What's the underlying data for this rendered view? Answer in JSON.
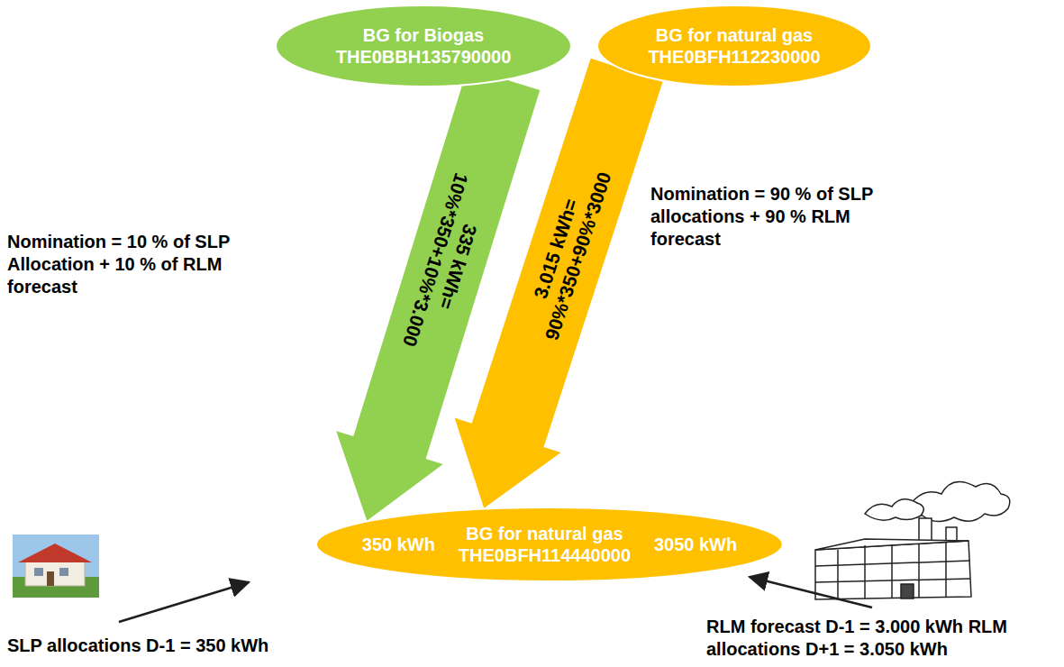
{
  "diagram": {
    "nodes": [
      {
        "text": [
          "BG for Biogas THE0BBH135790000"
        ]
      },
      {
        "text": [
          "BG for natural gas THE0BFH112230000"
        ]
      },
      {
        "text": [
          "350 kWh",
          "BG for natural gas THE0BFH114440000",
          "3050 kWh"
        ]
      }
    ],
    "edges": [
      {
        "from": 0,
        "to": 2,
        "arrow": "to",
        "label": "335 kWh= 10%*350+10%*3.000"
      },
      {
        "from": 1,
        "to": 2,
        "arrow": "to",
        "label": "3.015 kWh= 90%*350+90%*3000"
      }
    ],
    "labels": [
      "Nomination = 10 % of SLP Allocation + 10 % of RLM forecast",
      "Nomination = 90 % of SLP allocations + 90 % RLM forecast",
      "SLP allocations D-1 = 350 kWh",
      "RLM forecast D-1 = 3.000 kWh RLM allocations D+1 = 3.050 kWh"
    ]
  }
}
